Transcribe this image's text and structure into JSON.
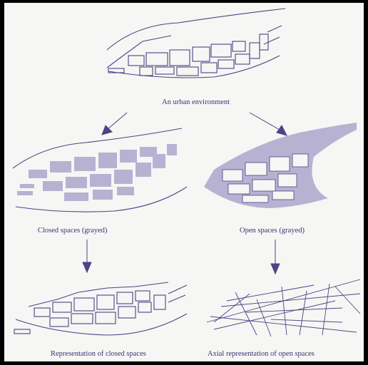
{
  "colors": {
    "ink": "#4a4585",
    "fill": "#b7b2d2",
    "frame": "#000000"
  },
  "captions": {
    "top": "An urban environment",
    "closed": "Closed spaces (grayed)",
    "open": "Open spaces (grayed)",
    "rep_closed": "Representation of closed spaces",
    "axial": "Axial representation of open spaces"
  },
  "arrows": [
    {
      "from": "top",
      "to": "closed"
    },
    {
      "from": "top",
      "to": "open"
    },
    {
      "from": "closed",
      "to": "rep_closed"
    },
    {
      "from": "open",
      "to": "axial"
    }
  ]
}
